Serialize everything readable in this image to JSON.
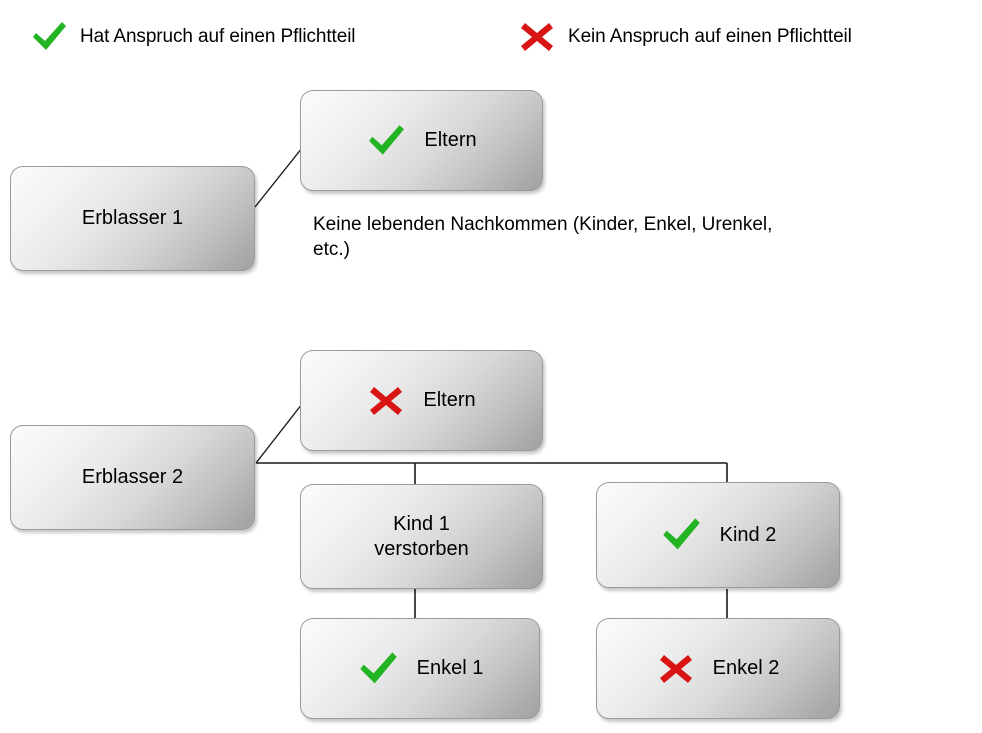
{
  "legend": {
    "items": [
      {
        "icon": "check-icon",
        "label": "Hat Anspruch auf einen Pflichtteil",
        "color": "#22b422"
      },
      {
        "icon": "cross-icon",
        "label": "Kein Anspruch auf einen Pflichtteil",
        "color": "#d81414"
      }
    ]
  },
  "tree1": {
    "decedent": {
      "label": "Erblasser 1"
    },
    "parents": {
      "label": "Eltern",
      "icon": "check-icon",
      "status": "entitled"
    },
    "note": "Keine lebenden Nachkommen (Kinder, Enkel, Urenkel, etc.)"
  },
  "tree2": {
    "decedent": {
      "label": "Erblasser 2"
    },
    "parents": {
      "label": "Eltern",
      "icon": "cross-icon",
      "status": "not-entitled"
    },
    "child1": {
      "label": "Kind 1\nverstorben",
      "icon": "none",
      "status": "none"
    },
    "child2": {
      "label": "Kind 2",
      "icon": "check-icon",
      "status": "entitled"
    },
    "grandchild1": {
      "label": "Enkel 1",
      "icon": "check-icon",
      "status": "entitled"
    },
    "grandchild2": {
      "label": "Enkel 2",
      "icon": "cross-icon",
      "status": "not-entitled"
    }
  },
  "colors": {
    "check_green": "#22b422",
    "cross_red": "#d81414",
    "connector": "#1a1a1a",
    "box_border": "#9b9b9b",
    "background": "#ffffff"
  }
}
